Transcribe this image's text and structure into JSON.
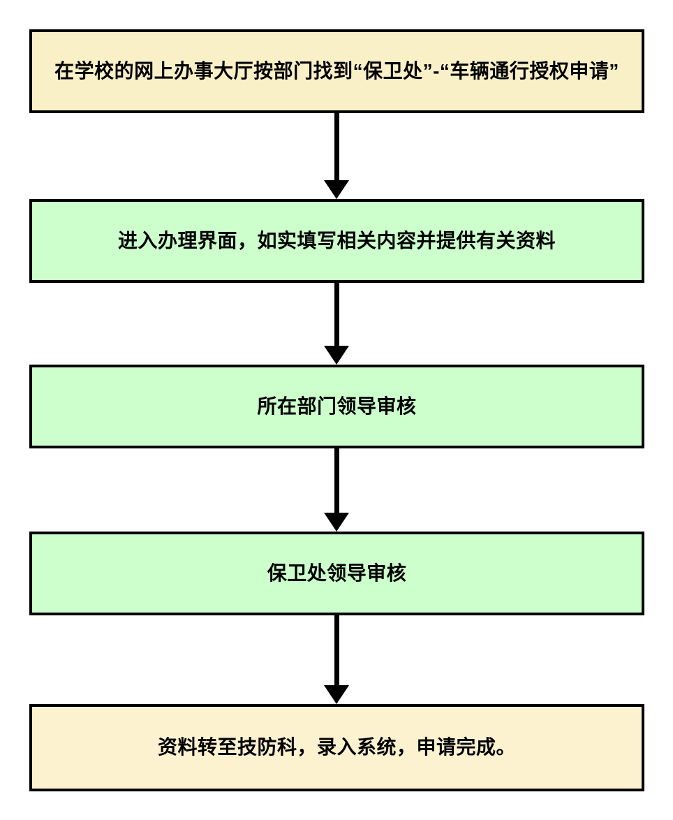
{
  "page": {
    "background_color": "#FFFFFF",
    "type": "flowchart"
  },
  "flowchart": {
    "border_color": "#000000",
    "connector_color": "#000000",
    "text_color": "#000000",
    "steps": [
      {
        "text": "在学校的网上办事大厅按部门找到“保卫处”-“车辆通行授权申请”",
        "fill": "#FAF0C8"
      },
      {
        "text": "进入办理界面，如实填写相关内容并提供有关资料",
        "fill": "#CCFFCC"
      },
      {
        "text": "所在部门领导审核",
        "fill": "#CCFFCC"
      },
      {
        "text": "保卫处领导审核",
        "fill": "#CCFFCC"
      },
      {
        "text": "资料转至技防科，录入系统，申请完成。",
        "fill": "#FCF2D0"
      }
    ]
  }
}
